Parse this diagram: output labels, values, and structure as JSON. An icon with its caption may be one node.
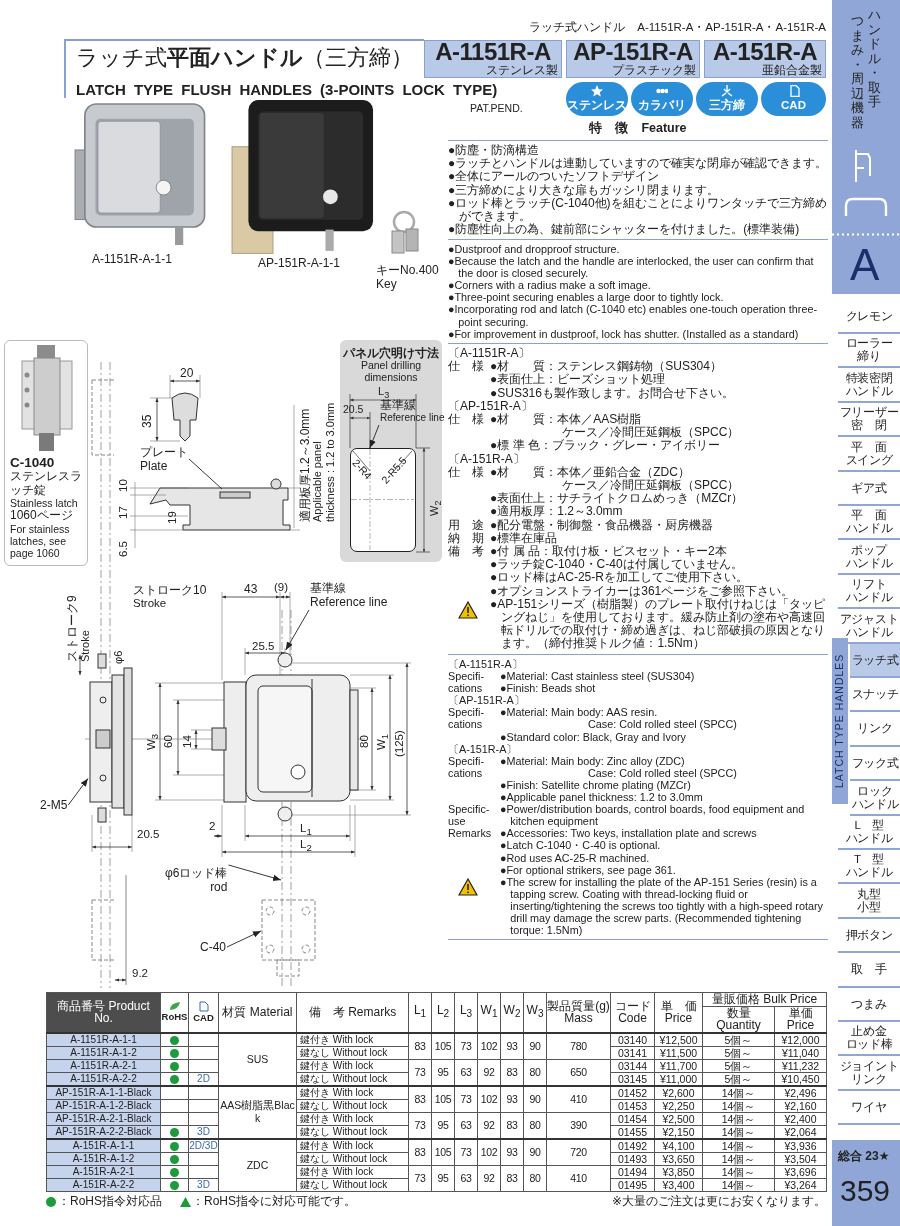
{
  "diagram": {
    "title": "ラッチ式**平面ハンドル**（三方締）",
    "nodes": [
      {
        "text": [
          "A-1151R-A",
          "ステンレス製"
        ]
      },
      {
        "text": [
          "AP-151R-A",
          "プラスチック製"
        ]
      },
      {
        "text": [
          "A-151R-A",
          "亜鉛合金製"
        ]
      },
      {
        "text": [
          "ステンレス"
        ]
      },
      {
        "text": [
          "カラバリ"
        ]
      },
      {
        "text": [
          "三方締"
        ]
      },
      {
        "text": [
          "CAD"
        ]
      },
      {
        "text": [
          "パネル穴明け寸法",
          "Panel drilling dimensions"
        ]
      },
      {
        "text": [
          "基準線",
          "Reference line"
        ],
        "in": 7
      },
      {
        "text": [
          "C-1040",
          "ステンレスラッチ錠",
          "Stainless latch",
          "1060ページ",
          "For stainless latches, see page 1060"
        ]
      },
      {
        "text": [
          "プレート",
          "Plate"
        ]
      },
      {
        "text": [
          "基準線",
          "Reference line"
        ]
      },
      {
        "text": [
          "2-M5"
        ]
      },
      {
        "text": [
          "φ6ロッド棒",
          "rod"
        ]
      },
      {
        "text": [
          "C-40"
        ]
      },
      {
        "text": [],
        "shape": "box",
        "in": 7
      },
      {
        "text": [],
        "shape": "picture"
      },
      {
        "text": [],
        "shape": "picture"
      }
    ],
    "edges": [
      {
        "from": 8,
        "to": 15,
        "arrow": "to"
      },
      {
        "from": 10,
        "to": null,
        "arrow": "none"
      },
      {
        "from": 11,
        "to": 17,
        "arrow": "to"
      },
      {
        "from": 12,
        "to": 16,
        "arrow": "to"
      },
      {
        "from": 13,
        "to": null,
        "arrow": "to"
      },
      {
        "from": 14,
        "to": null,
        "arrow": "to"
      }
    ],
    "labels": [
      "ラッチ式ハンドル　A-1151R-A・AP-151R-A・A-151R-A",
      "LATCH TYPE FLUSH HANDLES (3-POINTS LOCK TYPE)",
      "PAT.PEND.",
      "A-1151R-A-1-1",
      "AP-151R-A-1-1",
      "キーNo.400",
      "Key",
      "特　徴　Feature",
      "●防塵・防滴構造",
      "●ラッチとハンドルは連動していますので確実な閉扉が確認できます。",
      "●全体にアールのついたソフトデザイン",
      "●三方締めにより大きな扉もガッシリ閉まります。",
      "●ロッド棒とラッチ(C-1040他)を組むことによりワンタッチで三方締めができます。",
      "●防塵性向上の為、鍵前部にシャッターを付けました。(標準装備)",
      "●Dustproof and dropproof structure.",
      "●Because the latch and the handle are interlocked, the user can confirm that the door is closed securely.",
      "●Corners with a radius make a soft image.",
      "●Three-point securing enables a large door to tightly lock.",
      "●Incorporating rod and latch (C-1040 etc) enables one-touch operation three-point securing.",
      "●For improvement in dustproof, lock has shutter. (Installed as a standard)",
      "〔A-1151R-A〕",
      "仕　様",
      "●材　　質：ステンレス鋼鋳物（SUS304）",
      "●表面仕上：ビーズショット処理",
      "●SUS316も製作致します。お問合せ下さい。",
      "〔AP-151R-A〕",
      "仕　様",
      "●材　　質：本体／AAS樹脂",
      "ケース／冷間圧延鋼板（SPCC）",
      "●標 準 色：ブラック・グレー・アイボリー",
      "〔A-151R-A〕",
      "仕　様",
      "●材　　質：本体／亜鉛合金（ZDC）",
      "ケース／冷間圧延鋼板（SPCC）",
      "●表面仕上：サチライトクロムめっき（MZCr）",
      "●適用板厚：1.2～3.0mm",
      "用　途",
      "●配分電盤・制御盤・食品機器・厨房機器",
      "納　期",
      "●標準在庫品",
      "備　考",
      "●付 属 品：取付け板・ビスセット・キー2本",
      "●ラッチ錠C-1040・C-40は付属していません。",
      "●ロッド棒はAC-25-Rを加工してご使用下さい。",
      "●オプションストライカーは361ページをご参照下さい。",
      "●AP-151シリーズ（樹脂製）のプレート取付けねじは「タッピングねじ」を使用しております。緩み防止剤の塗布や高速回転ドリルでの取付け・締め過ぎは、ねじ部破損の原因となります。（締付推奨トルク値：1.5Nm）",
      "〔A-1151R-A〕",
      "Specifi-cations",
      "●Material: Cast stainless steel (SUS304)",
      "●Finish: Beads shot",
      "〔AP-151R-A〕",
      "Specifi-cations",
      "●Material: Main body: AAS resin.",
      "Case: Cold rolled steel (SPCC)",
      "●Standard color: Black, Gray and Ivory",
      "〔A-151R-A〕",
      "Specifi-cations",
      "●Material: Main body: Zinc alloy (ZDC)",
      "Case: Cold rolled steel (SPCC)",
      "●Finish: Satellite chrome plating (MZCr)",
      "●Applicable panel thickness: 1.2 to 3.0mm",
      "Specific-use",
      "●Power/distribution boards, control boards, food equipment and kitchen equipment",
      "Remarks",
      "●Accessories: Two keys, installation plate and screws",
      "●Latch C-1040・C-40 is optional.",
      "●Rod uses AC-25-R machined.",
      "●For optional strikers, see page 361.",
      "●The screw for installing the plate of the AP-151 Series (resin) is a tapping screw. Coating with thread-locking fluid or inserting/tightening the screws too tightly with a high-speed rotary drill may damage the screw parts. (Recommended tightening torque: 1.5Nm)",
      "20",
      "35",
      "10",
      "17",
      "19",
      "6.5",
      "適用板厚1.2～3.0mm",
      "Applicable panel",
      "thickness : 1.2 to 3.0mm",
      "L$_{3}$",
      "20.5",
      "2-R4",
      "2-R5.5",
      "W$_{2}$",
      "ストローク9",
      "Stroke",
      "φ6",
      "ストローク10",
      "Stroke",
      "43",
      "(9)",
      "25.5",
      "W$_{3}$",
      "60",
      "14",
      "80",
      "W$_{1}$",
      "(125)",
      "20.5",
      "2",
      "L$_{1}$",
      "L$_{2}$",
      "9.2",
      "商品番号 Product No.",
      "RoHS",
      "CAD",
      "材質 Material",
      "備　考 Remarks",
      "L$_{1}$",
      "L$_{2}$",
      "L$_{3}$",
      "W$_{1}$",
      "W$_{2}$",
      "W$_{3}$",
      "製品質量(g) Mass",
      "コード Code",
      "単　価 Price",
      "量販価格 Bulk Price",
      "数量 Quantity",
      "単価 Price",
      "A-1151R-A-1-1",
      "SUS",
      "鍵付き With lock",
      "83",
      "105",
      "73",
      "102",
      "93",
      "90",
      "780",
      "03140",
      "¥12,500",
      "5個～",
      "¥12,000",
      "A-1151R-A-1-2",
      "鍵なし Without lock",
      "03141",
      "¥11,500",
      "5個～",
      "¥11,040",
      "A-1151R-A-2-1",
      "鍵付き With lock",
      "73",
      "95",
      "63",
      "92",
      "83",
      "80",
      "650",
      "03144",
      "¥11,700",
      "5個～",
      "¥11,232",
      "A-1151R-A-2-2",
      "2D",
      "鍵なし Without lock",
      "03145",
      "¥11,000",
      "5個～",
      "¥10,450",
      "AP-151R-A-1-1-Black",
      "AAS樹脂黒Black",
      "鍵付き With lock",
      "83",
      "105",
      "73",
      "102",
      "93",
      "90",
      "410",
      "01452",
      "¥2,600",
      "14個～",
      "¥2,496",
      "AP-151R-A-1-2-Black",
      "鍵なし Without lock",
      "01453",
      "¥2,250",
      "14個～",
      "¥2,160",
      "AP-151R-A-2-1-Black",
      "鍵付き With lock",
      "73",
      "95",
      "63",
      "92",
      "83",
      "80",
      "390",
      "01454",
      "¥2,500",
      "14個～",
      "¥2,400",
      "AP-151R-A-2-2-Black",
      "3D",
      "鍵なし Without lock",
      "01455",
      "¥2,150",
      "14個～",
      "¥2,064",
      "A-151R-A-1-1",
      "2D/3D",
      "ZDC",
      "鍵付き With lock",
      "83",
      "105",
      "73",
      "102",
      "93",
      "90",
      "720",
      "01492",
      "¥4,100",
      "14個～",
      "¥3,936",
      "A-151R-A-1-2",
      "鍵なし Without lock",
      "01493",
      "¥3,650",
      "14個～",
      "¥3,504",
      "A-151R-A-2-1",
      "鍵付き With lock",
      "73",
      "95",
      "63",
      "92",
      "83",
      "80",
      "410",
      "01494",
      "¥3,850",
      "14個～",
      "¥3,696",
      "A-151R-A-2-2",
      "3D",
      "鍵なし Without lock",
      "01495",
      "¥3,400",
      "14個～",
      "¥3,264",
      "※大量のご注文は更にお安くなります。",
      "ハンドル・取手つまみ・周辺機器",
      "A",
      "LATCH TYPE HANDLES",
      "クレモン",
      "ローラー締り",
      "特装密閉ハンドル",
      "フリーザー密　閉",
      "平　面スイング",
      "ギア式",
      "平　面ハンドル",
      "ポップハンドル",
      "リフトハンドル",
      "アジャストハンドル",
      "ラッチ式",
      "スナッチ",
      "リンク",
      "フック式",
      "ロックハンドル",
      "L　型ハンドル",
      "T　型ハンドル",
      "丸型小型",
      "押ボタン",
      "取　手",
      "つまみ",
      "止め金ロッド棒",
      "ジョイントリンク",
      "ワイヤ",
      "総合 23★",
      "359"
    ],
    "legend": [
      {
        "text": "：RoHS指令対応品",
        "color": "#1d9a3b"
      },
      {
        "text": "：RoHS指令に対応可能です。"
      }
    ]
  }
}
